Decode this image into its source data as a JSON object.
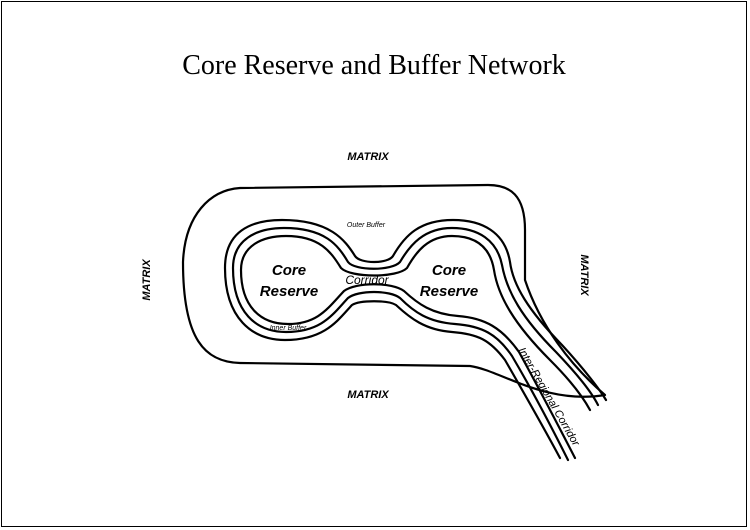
{
  "title": "Core Reserve and Buffer Network",
  "labels": {
    "matrix_top": "MATRIX",
    "matrix_bottom": "MATRIX",
    "matrix_left": "MATRIX",
    "matrix_right": "MATRIX",
    "core_left_line1": "Core",
    "core_left_line2": "Reserve",
    "core_right_line1": "Core",
    "core_right_line2": "Reserve",
    "corridor": "Corridor",
    "outer_buffer": "Outer Buffer",
    "inner_buffer": "Inner Buffer",
    "inter_regional": "Inter-Regional Corridor"
  },
  "colors": {
    "stroke": "#000000",
    "background": "#ffffff"
  }
}
